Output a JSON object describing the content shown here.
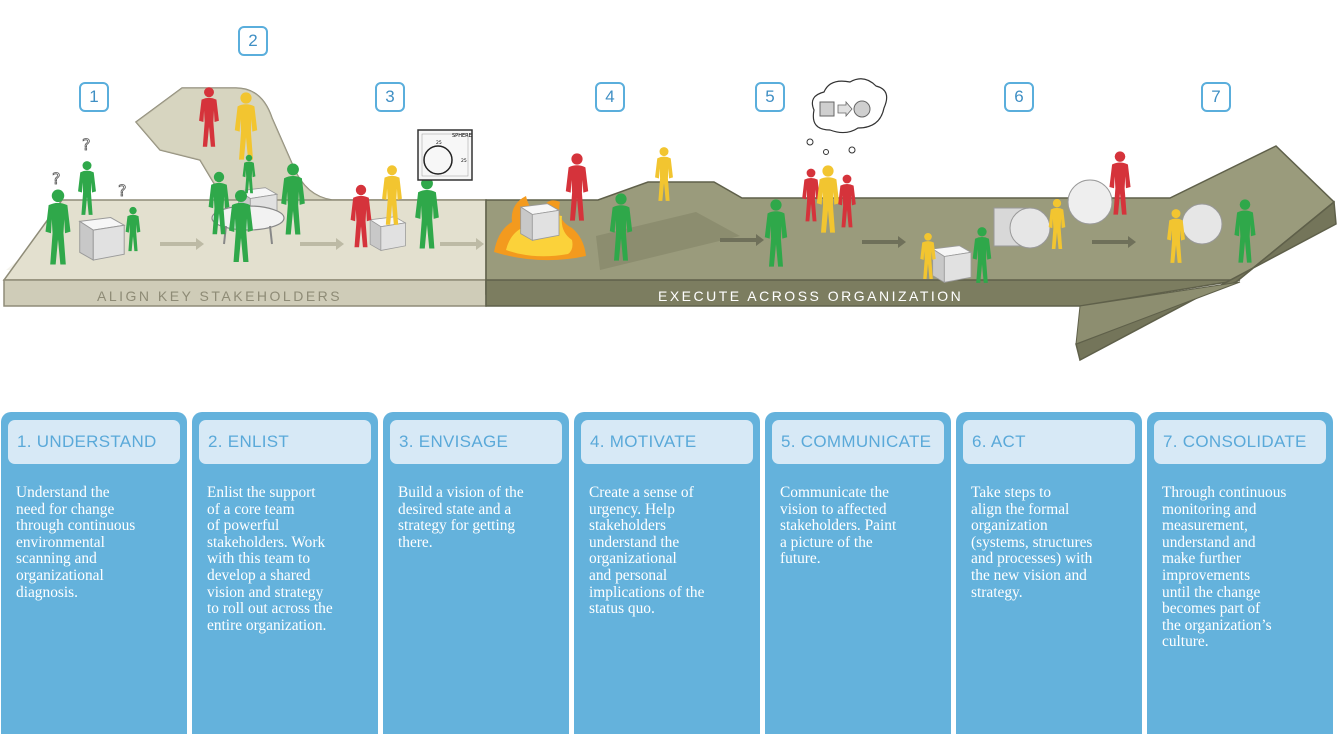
{
  "ribbon": {
    "left_label": "ALIGN KEY STAKEHOLDERS",
    "right_label": "EXECUTE ACROSS ORGANIZATION"
  },
  "step_numbers": [
    "1",
    "2",
    "3",
    "4",
    "5",
    "6",
    "7"
  ],
  "vision_board": {
    "title": "SPHERE",
    "width_label": "25",
    "height_label": "25"
  },
  "colors": {
    "card_blue": "#64b2dc",
    "card_header": "#d7e9f6",
    "badge_border": "#5aaedc",
    "ribbon_light": "#dedbc9",
    "ribbon_dark": "#8d8e6e",
    "figure_green": "#2fa84a",
    "figure_red": "#d5333b",
    "figure_yellow": "#f2c530"
  },
  "steps": [
    {
      "title": "1. UNDERSTAND",
      "text": "Understand the\nneed for change\nthrough continuous\nenvironmental\nscanning and\norganizational\ndiagnosis."
    },
    {
      "title": "2. ENLIST",
      "text": "Enlist the support\nof a core team\nof powerful\nstakeholders.  Work\nwith this team to\ndevelop a shared\nvision and strategy\nto roll out across the\nentire organization."
    },
    {
      "title": "3. ENVISAGE",
      "text": "Build a vision of the\ndesired state and a\nstrategy for getting\nthere."
    },
    {
      "title": "4. MOTIVATE",
      "text": "Create a sense of\nurgency.  Help\nstakeholders\nunderstand the\norganizational\nand personal\nimplications of the\nstatus quo."
    },
    {
      "title": "5. COMMUNICATE",
      "text": "Communicate the\nvision to affected\nstakeholders.  Paint\na picture of the\nfuture."
    },
    {
      "title": "6. ACT",
      "text": "Take steps to\nalign the formal\norganization\n(systems, structures\nand processes) with\nthe new vision and\nstrategy."
    },
    {
      "title": "7. CONSOLIDATE",
      "text": "Through continuous\nmonitoring and\nmeasurement,\nunderstand and\nmake further\nimprovements\nuntil the change\nbecomes part of\nthe organization’s\nculture."
    }
  ]
}
